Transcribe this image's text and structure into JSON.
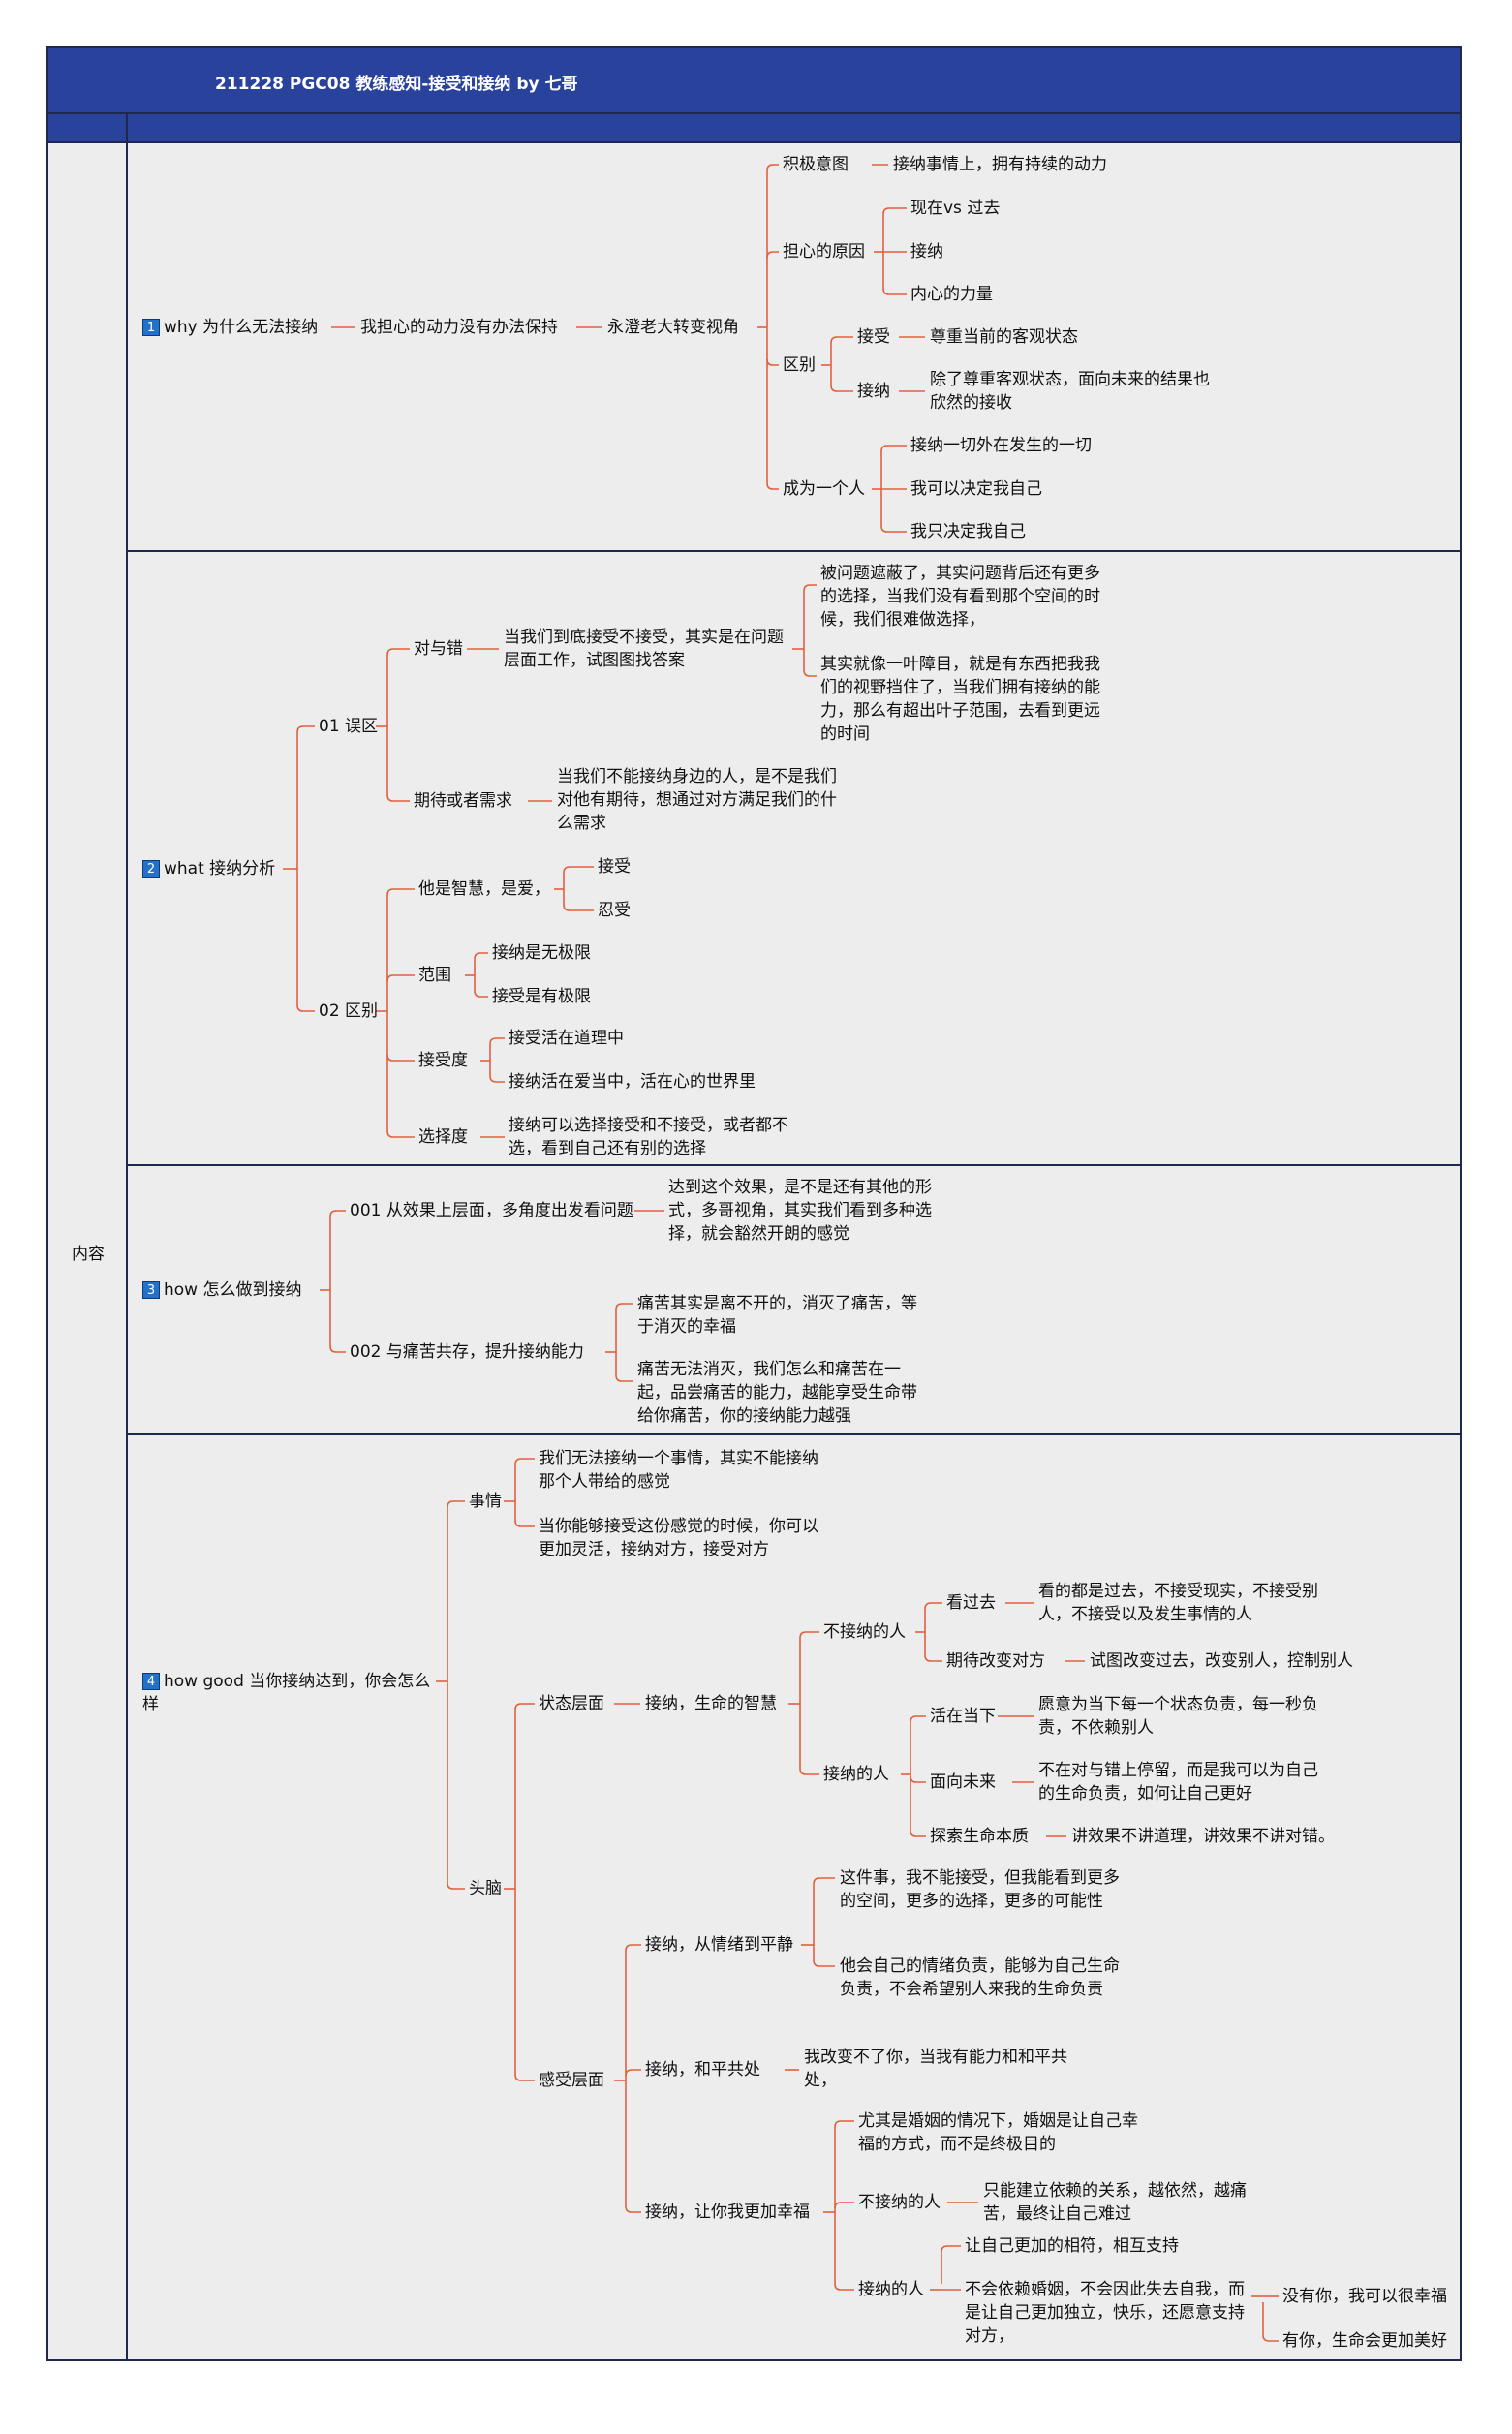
{
  "title": "211228 PGC08 教练感知-接受和接纳 by 七哥",
  "side_label": "内容",
  "colors": {
    "header": "#29429c",
    "link": "#e2603e",
    "badge": "#2471c7",
    "panel": "#ededed"
  },
  "sections": [
    {
      "badge": "1",
      "root": "why 为什么无法接纳",
      "n1": "我担心的动力没有办法保持",
      "n2": "永澄老大转变视角",
      "b1": "积极意图",
      "b1a": "接纳事情上，拥有持续的动力",
      "b2": "担心的原因",
      "b2a": "现在vs 过去",
      "b2b": "接纳",
      "b2c": "内心的力量",
      "b3": "区别",
      "b3a": "接受",
      "b3a1": "尊重当前的客观状态",
      "b3b": "接纳",
      "b3b1": "除了尊重客观状态，面向未来的结果也欣然的接收",
      "b4": "成为一个人",
      "b4a": "接纳一切外在发生的一切",
      "b4b": "我可以决定我自己",
      "b4c": "我只决定我自己"
    },
    {
      "badge": "2",
      "root": "what 接纳分析",
      "w1": "01 误区",
      "w1a": "对与错",
      "w1a1": "当我们到底接受不接受，其实是在问题层面工作，试图图找答案",
      "w1a1a": "被问题遮蔽了，其实问题背后还有更多的选择，当我们没有看到那个空间的时候，我们很难做选择，",
      "w1a1b": "其实就像一叶障目，就是有东西把我我们的视野挡住了，当我们拥有接纳的能力，那么有超出叶子范围，去看到更远的时间",
      "w1b": "期待或者需求",
      "w1b1": "当我们不能接纳身边的人，是不是我们对他有期待，想通过对方满足我们的什么需求",
      "w2": "02 区别",
      "w2a": "他是智慧，是爱，",
      "w2a1": "接受",
      "w2a2": "忍受",
      "w2b": "范围",
      "w2b1": "接纳是无极限",
      "w2b2": "接受是有极限",
      "w2c": "接受度",
      "w2c1": "接受活在道理中",
      "w2c2": "接纳活在爱当中，活在心的世界里",
      "w2d": "选择度",
      "w2d1": "接纳可以选择接受和不接受，或者都不选，看到自己还有别的选择"
    },
    {
      "badge": "3",
      "root": "how  怎么做到接纳",
      "h1": "001 从效果上层面，多角度出发看问题",
      "h1a": "达到这个效果，是不是还有其他的形式，多哥视角，其实我们看到多种选择，就会豁然开朗的感觉",
      "h2": "002 与痛苦共存，提升接纳能力",
      "h2a": "痛苦其实是离不开的，消灭了痛苦，等于消灭的幸福",
      "h2b": "痛苦无法消灭，我们怎么和痛苦在一起，品尝痛苦的能力，越能享受生命带给你痛苦，你的接纳能力越强"
    },
    {
      "badge": "4",
      "root": "how good 当你接纳达到，你会怎么样",
      "g1": "事情",
      "g1a": "我们无法接纳一个事情，其实不能接纳那个人带给的感觉",
      "g1b": "当你能够接受这份感觉的时候，你可以更加灵活，接纳对方，接受对方",
      "g2": "头脑",
      "s1": "状态层面",
      "s1a": "接纳，生命的智慧",
      "s1a1": "不接纳的人",
      "s1a1a": "看过去",
      "s1a1a1": "看的都是过去，不接受现实，不接受别人，不接受以及发生事情的人",
      "s1a1b": "期待改变对方",
      "s1a1b1": "试图改变过去，改变别人，控制别人",
      "s1a2": "接纳的人",
      "s1a2a": "活在当下",
      "s1a2a1": "愿意为当下每一个状态负责，每一秒负责，不依赖别人",
      "s1a2b": "面向未来",
      "s1a2b1": "不在对与错上停留，而是我可以为自己的生命负责，如何让自己更好",
      "s1a2c": "探索生命本质",
      "s1a2c1": "讲效果不讲道理，讲效果不讲对错。",
      "s2": "感受层面",
      "s2a": "接纳，从情绪到平静",
      "s2a1": "这件事，我不能接受，但我能看到更多的空间，更多的选择，更多的可能性",
      "s2a2": "他会自己的情绪负责，能够为自己生命负责，不会希望别人来我的生命负责",
      "s2b": "接纳，和平共处",
      "s2b1": "我改变不了你，当我有能力和和平共处，",
      "s2c": "接纳，让你我更加幸福",
      "s2c1": "尤其是婚姻的情况下，婚姻是让自己幸福的方式，而不是终极目的",
      "s2c2": "不接纳的人",
      "s2c2a": "只能建立依赖的关系，越依然，越痛苦，最终让自己难过",
      "s2c3": "接纳的人",
      "s2c3a": "让自己更加的相符，相互支持",
      "s2c3b": "不会依赖婚姻，不会因此失去自我，而是让自己更加独立，快乐，还愿意支持对方，",
      "s2c3b1": "没有你，我可以很幸福",
      "s2c3b2": "有你，生命会更加美好"
    }
  ]
}
